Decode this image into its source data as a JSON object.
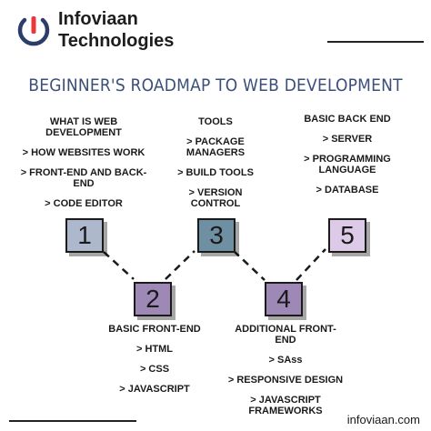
{
  "brand": {
    "line1": "Infoviaan",
    "line2": "Technologies",
    "colors": {
      "logo_circle": "#2c3d6b",
      "logo_red": "#e8383a"
    }
  },
  "title": "BEGINNER'S ROADMAP TO WEB DEVELOPMENT",
  "steps": [
    {
      "number": "1",
      "fill": "#aeb8cc",
      "items": [
        "WHAT IS WEB DEVELOPMENT",
        "> HOW WEBSITES WORK",
        "> FRONT-END AND BACK-END",
        "> CODE EDITOR"
      ]
    },
    {
      "number": "2",
      "fill": "#9d88b6",
      "items": [
        "BASIC FRONT-END",
        "> HTML",
        "> CSS",
        "> JAVASCRIPT"
      ]
    },
    {
      "number": "3",
      "fill": "#6f8fa3",
      "items": [
        "TOOLS",
        "> PACKAGE MANAGERS",
        "> BUILD TOOLS",
        "> VERSION CONTROL"
      ]
    },
    {
      "number": "4",
      "fill": "#9d88b6",
      "items": [
        "ADDITIONAL FRONT-END",
        "> SAss",
        "> RESPONSIVE DESIGN",
        "> JAVASCRIPT FRAMEWORKS"
      ]
    },
    {
      "number": "5",
      "fill": "#ddc9e8",
      "items": [
        "BASIC BACK END",
        "> SERVER",
        "> PROGRAMMING LANGUAGE",
        "> DATABASE"
      ]
    }
  ],
  "footer": {
    "url": "infoviaan.com"
  }
}
